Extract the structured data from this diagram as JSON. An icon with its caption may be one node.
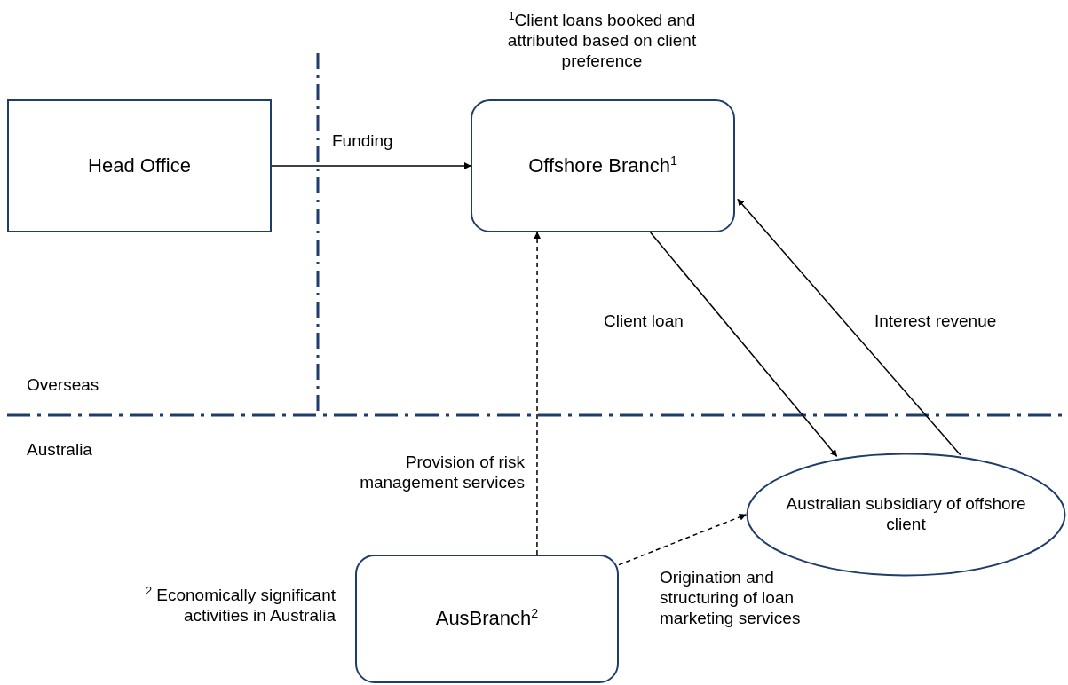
{
  "diagram": {
    "nodes": [
      {
        "text": [
          "Head Office"
        ]
      },
      {
        "text": [
          "Offshore Branch$^{1}$"
        ],
        "beside": [
          "$^{1}$Client loans booked and attributed based on client preference"
        ]
      },
      {
        "text": [
          "Australian subsidiary of offshore client"
        ]
      },
      {
        "text": [
          "AusBranch$^{2}$"
        ],
        "beside": [
          "$^{2}$ Economically significant activities in Australia"
        ]
      }
    ],
    "edges": [
      {
        "from": 0,
        "to": 1,
        "arrow": "to",
        "label": "Funding"
      },
      {
        "from": 1,
        "to": 2,
        "arrow": "to",
        "label": "Client loan"
      },
      {
        "from": 2,
        "to": 1,
        "arrow": "to",
        "label": "Interest revenue"
      },
      {
        "from": 3,
        "to": 1,
        "arrow": "to",
        "label": "Provision of risk management services",
        "style": "dashed"
      },
      {
        "from": 3,
        "to": 2,
        "arrow": "to",
        "label": "Origination and structuring of loan marketing services",
        "style": "dashed"
      }
    ],
    "labels": [
      "Overseas",
      "Australia"
    ]
  }
}
